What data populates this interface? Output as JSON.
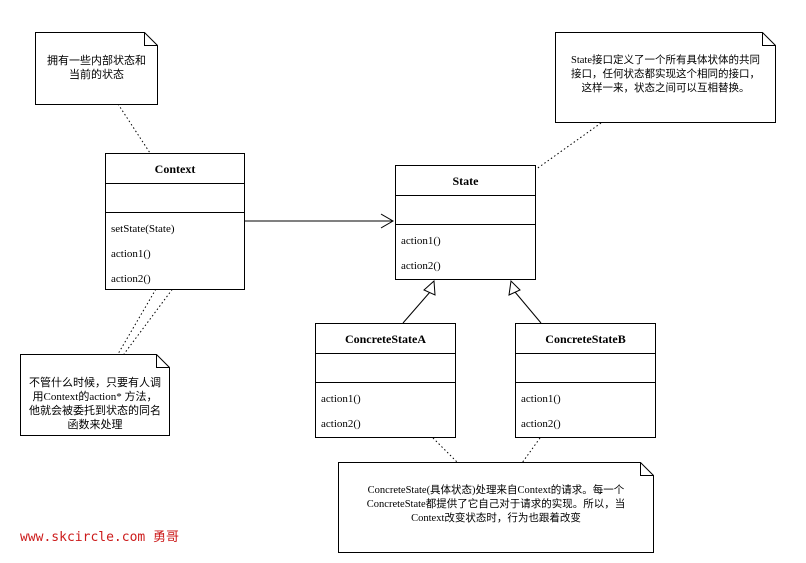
{
  "diagram": {
    "classes": {
      "context": {
        "name": "Context",
        "operations": [
          "setState(State)",
          "action1()",
          "action2()"
        ]
      },
      "state": {
        "name": "State",
        "operations": [
          "action1()",
          "action2()"
        ]
      },
      "concrete_a": {
        "name": "ConcreteStateA",
        "operations": [
          "action1()",
          "action2()"
        ]
      },
      "concrete_b": {
        "name": "ConcreteStateB",
        "operations": [
          "action1()",
          "action2()"
        ]
      }
    },
    "notes": {
      "context_note": [
        "拥有一些内部状态和",
        "当前的状态"
      ],
      "state_note": [
        "State接口定义了一个所有具体状体的共同",
        "接口，任何状态都实现这个相同的接口，",
        "这样一来，状态之间可以互相替换。"
      ],
      "action_note": [
        "不管什么时候，只要有人调",
        "用Context的action* 方法，",
        "他就会被委托到状态的同名",
        "函数来处理"
      ],
      "concrete_note": [
        "ConcreteState(具体状态)处理来自Context的请求。每一个",
        "ConcreteState都提供了它自己对于请求的实现。所以，当",
        "Context改变状态时，行为也跟着改变"
      ]
    },
    "watermark": "www.skcircle.com 勇哥"
  }
}
